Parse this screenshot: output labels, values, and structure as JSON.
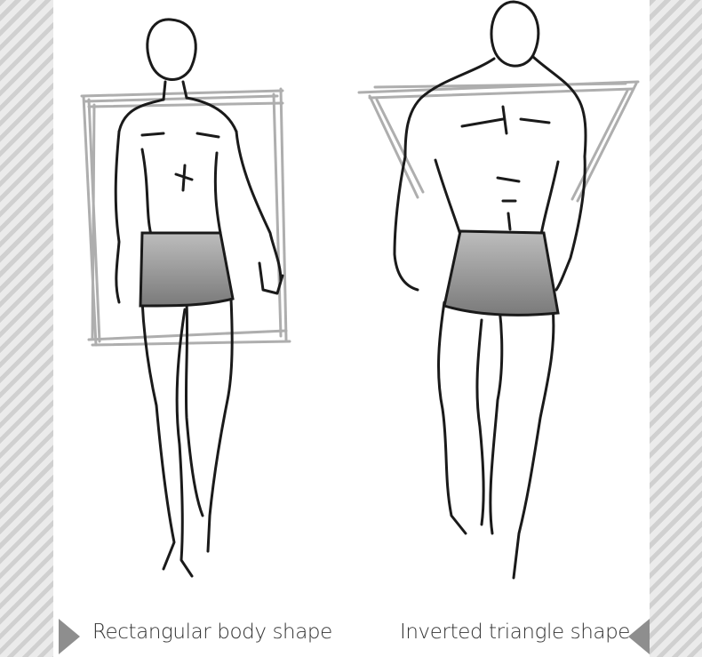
{
  "figures": {
    "left": {
      "caption": "Rectangular body shape",
      "overlay_shape": "rectangle"
    },
    "right": {
      "caption": "Inverted triangle shape",
      "overlay_shape": "inverted-triangle"
    }
  },
  "colors": {
    "stripe_dark": "#d0d0d0",
    "stripe_light": "#ebebeb",
    "ink": "#1a1a1a",
    "marker": "#8e8e8e",
    "caption_text": "#333333"
  }
}
